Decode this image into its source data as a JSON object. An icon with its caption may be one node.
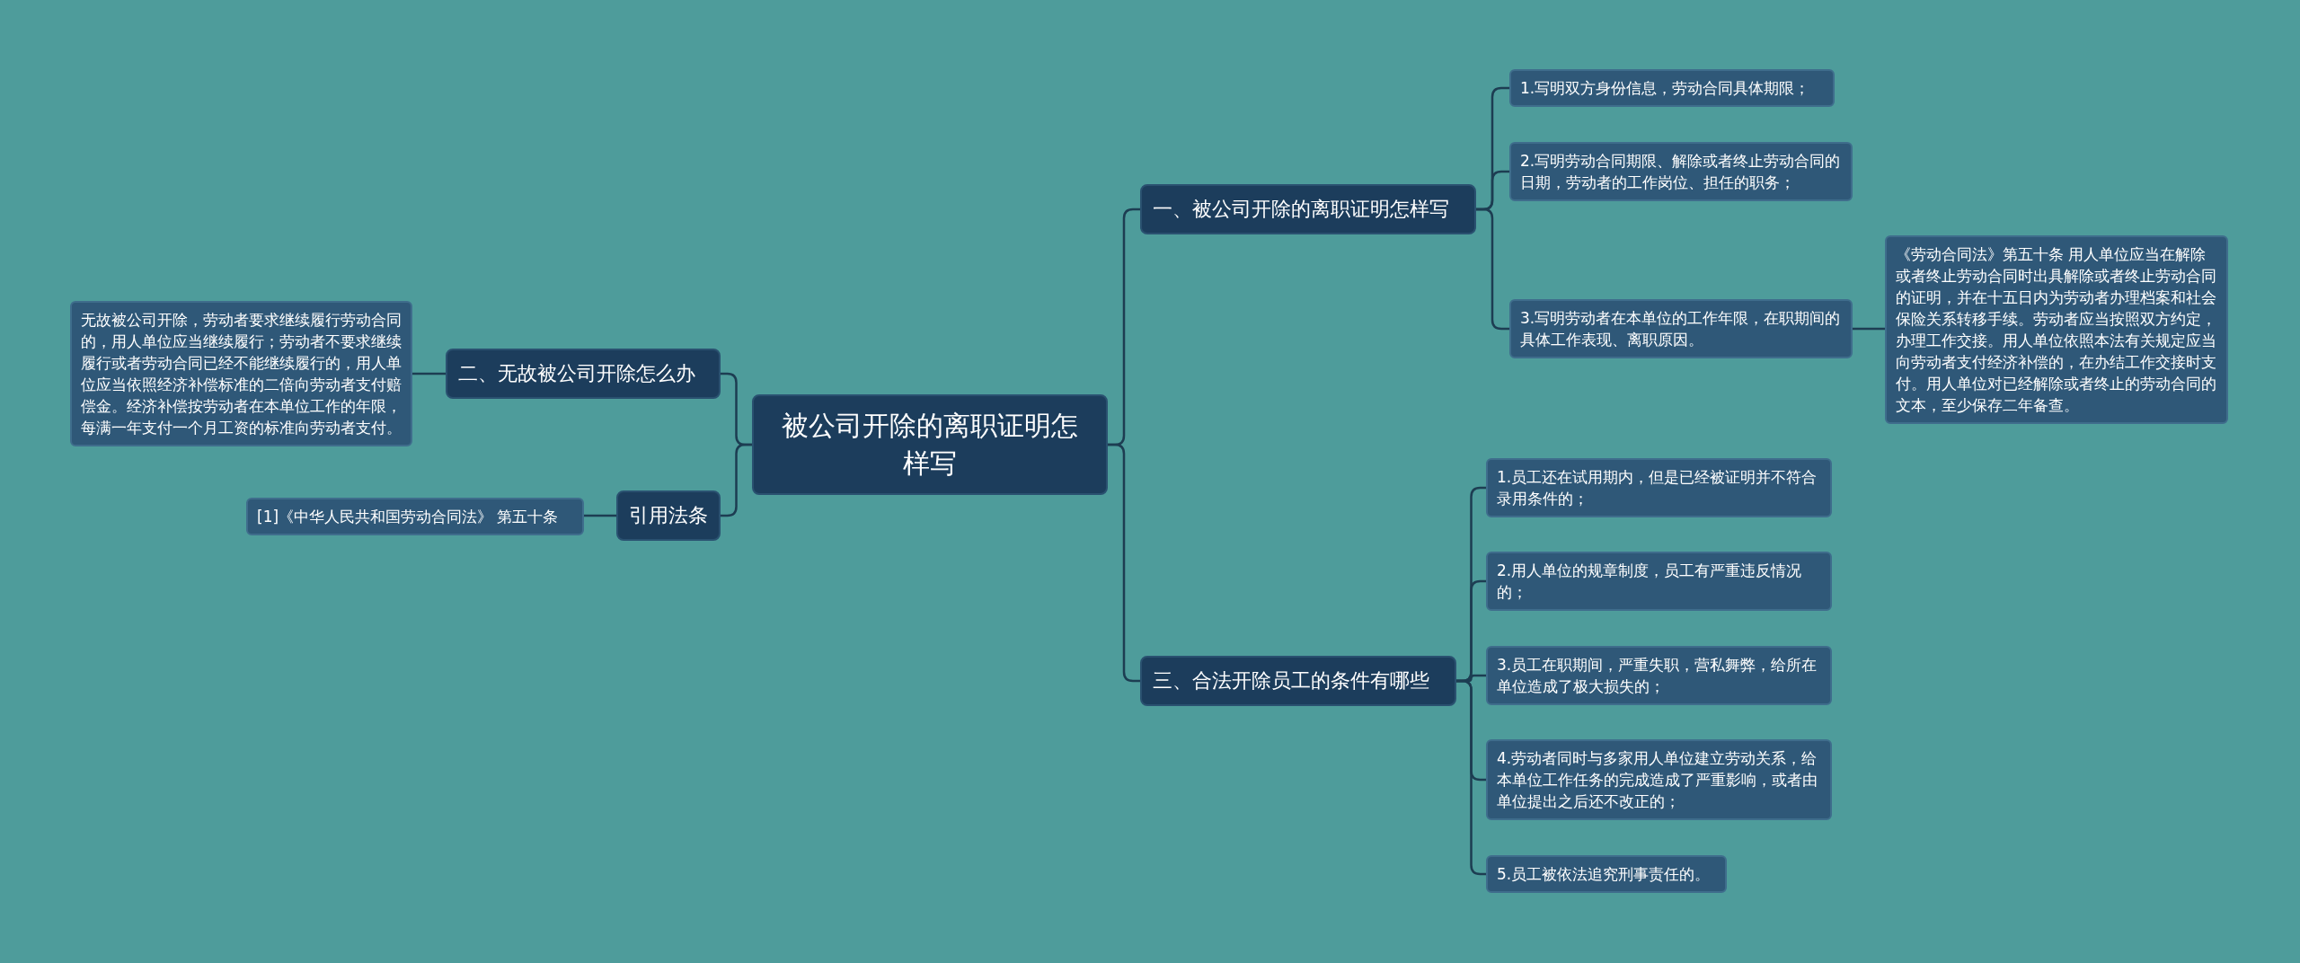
{
  "diagram": {
    "nodes": [
      {
        "text": [
          "被公司开除的离职证明怎样写"
        ]
      },
      {
        "text": [
          "一、被公司开除的离职证明怎样写"
        ]
      },
      {
        "text": [
          "1.写明双方身份信息，劳动合同具体期限；"
        ]
      },
      {
        "text": [
          "2.写明劳动合同期限、解除或者终止劳动合同的日期，劳动者的工作岗位、担任的职务；"
        ]
      },
      {
        "text": [
          "3.写明劳动者在本单位的工作年限，在职期间的具体工作表现、离职原因。"
        ]
      },
      {
        "text": [
          "《劳动合同法》第五十条 用人单位应当在解除或者终止劳动合同时出具解除或者终止劳动合同的证明，并在十五日内为劳动者办理档案和社会保险关系转移手续。劳动者应当按照双方约定，办理工作交接。用人单位依照本法有关规定应当向劳动者支付经济补偿的，在办结工作交接时支付。用人单位对已经解除或者终止的劳动合同的文本，至少保存二年备查。"
        ]
      },
      {
        "text": [
          "三、合法开除员工的条件有哪些"
        ]
      },
      {
        "text": [
          "1.员工还在试用期内，但是已经被证明并不符合录用条件的；"
        ]
      },
      {
        "text": [
          "2.用人单位的规章制度，员工有严重违反情况的；"
        ]
      },
      {
        "text": [
          "3.员工在职期间，严重失职，营私舞弊，给所在单位造成了极大损失的；"
        ]
      },
      {
        "text": [
          "4.劳动者同时与多家用人单位建立劳动关系，给本单位工作任务的完成造成了严重影响，或者由单位提出之后还不改正的；"
        ]
      },
      {
        "text": [
          "5.员工被依法追究刑事责任的。"
        ]
      },
      {
        "text": [
          "二、无故被公司开除怎么办"
        ]
      },
      {
        "text": [
          "无故被公司开除，劳动者要求继续履行劳动合同的，用人单位应当继续履行；劳动者不要求继续履行或者劳动合同已经不能继续履行的，用人单位应当依照经济补偿标准的二倍向劳动者支付赔偿金。经济补偿按劳动者在本单位工作的年限，每满一年支付一个月工资的标准向劳动者支付。"
        ]
      },
      {
        "text": [
          "引用法条"
        ]
      },
      {
        "text": [
          "[1]《中华人民共和国劳动合同法》 第五十条"
        ]
      }
    ],
    "edges": [
      {
        "from": 0,
        "to": 1,
        "arrow": "none"
      },
      {
        "from": 1,
        "to": 2,
        "arrow": "none"
      },
      {
        "from": 1,
        "to": 3,
        "arrow": "none"
      },
      {
        "from": 1,
        "to": 4,
        "arrow": "none"
      },
      {
        "from": 4,
        "to": 5,
        "arrow": "none"
      },
      {
        "from": 0,
        "to": 6,
        "arrow": "none"
      },
      {
        "from": 6,
        "to": 7,
        "arrow": "none"
      },
      {
        "from": 6,
        "to": 8,
        "arrow": "none"
      },
      {
        "from": 6,
        "to": 9,
        "arrow": "none"
      },
      {
        "from": 6,
        "to": 10,
        "arrow": "none"
      },
      {
        "from": 6,
        "to": 11,
        "arrow": "none"
      },
      {
        "from": 0,
        "to": 12,
        "arrow": "none"
      },
      {
        "from": 12,
        "to": 13,
        "arrow": "none"
      },
      {
        "from": 0,
        "to": 14,
        "arrow": "none"
      },
      {
        "from": 14,
        "to": 15,
        "arrow": "none"
      }
    ]
  }
}
